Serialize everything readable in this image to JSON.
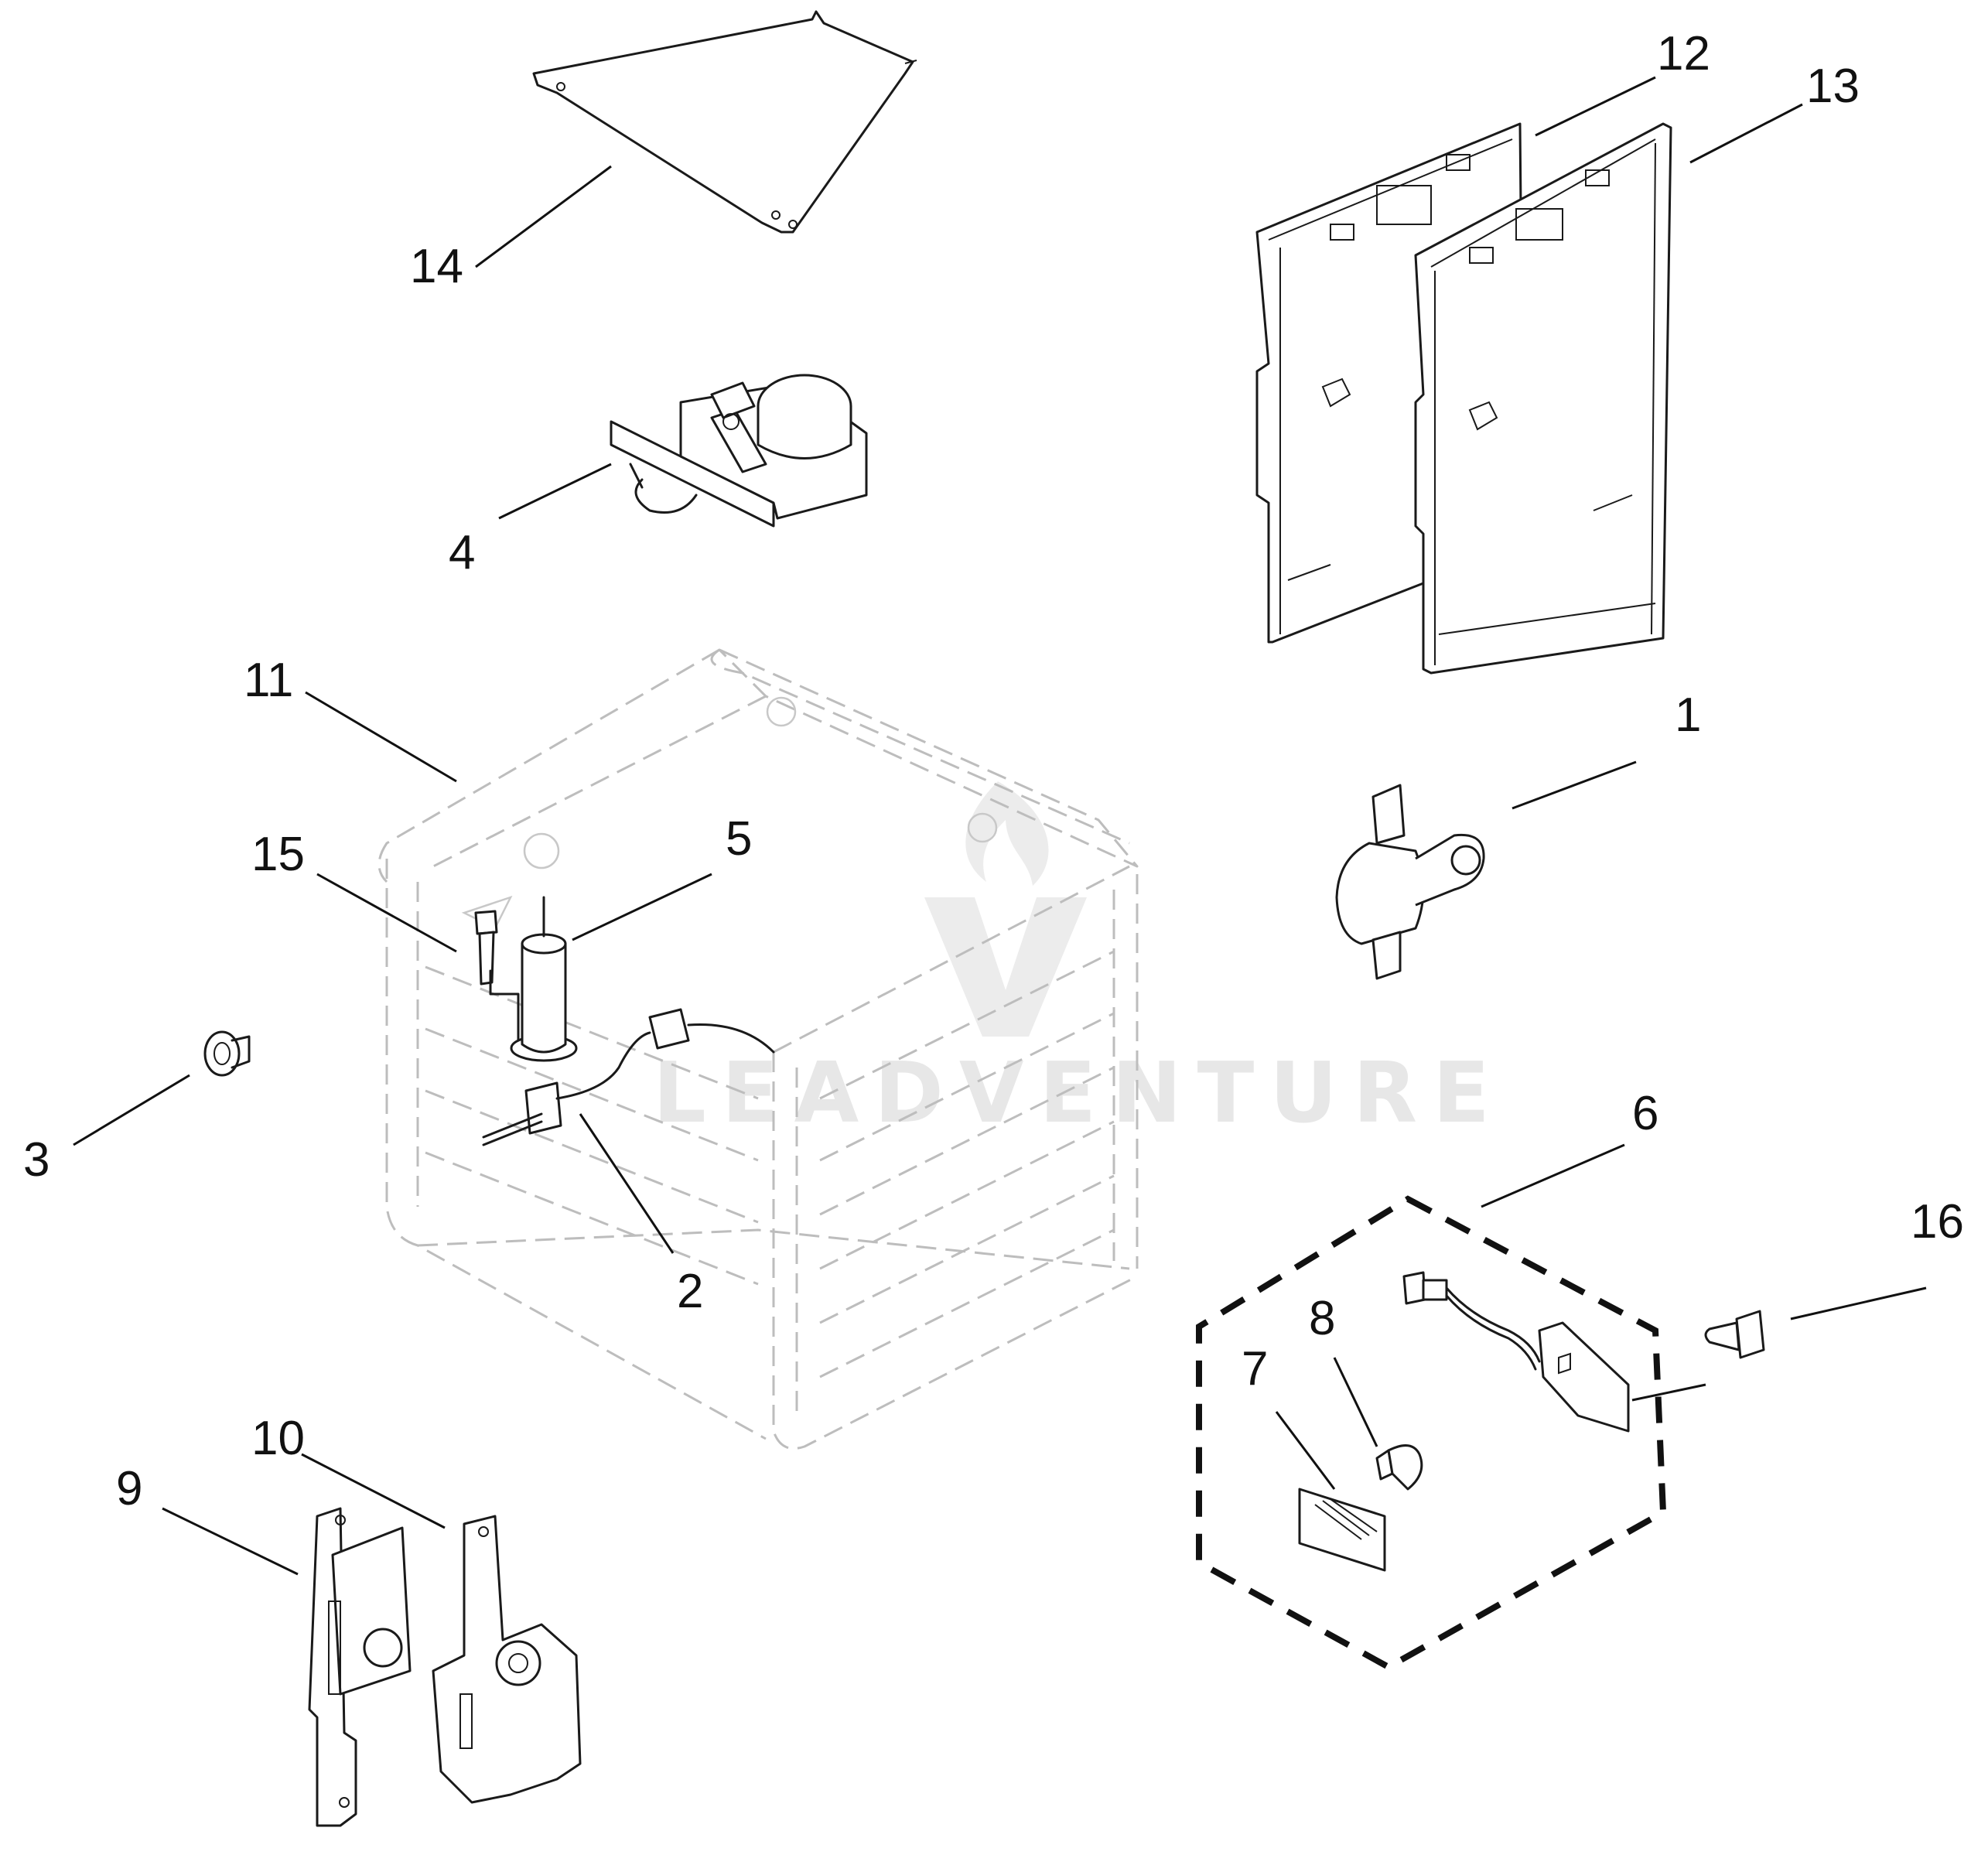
{
  "callouts": [
    {
      "id": "1",
      "text": "1"
    },
    {
      "id": "2",
      "text": "2"
    },
    {
      "id": "3",
      "text": "3"
    },
    {
      "id": "4",
      "text": "4"
    },
    {
      "id": "5",
      "text": "5"
    },
    {
      "id": "6",
      "text": "6"
    },
    {
      "id": "7",
      "text": "7"
    },
    {
      "id": "8",
      "text": "8"
    },
    {
      "id": "9",
      "text": "9"
    },
    {
      "id": "10",
      "text": "10"
    },
    {
      "id": "11",
      "text": "11"
    },
    {
      "id": "12",
      "text": "12"
    },
    {
      "id": "13",
      "text": "13"
    },
    {
      "id": "14",
      "text": "14"
    },
    {
      "id": "15",
      "text": "15"
    },
    {
      "id": "16",
      "text": "16"
    }
  ],
  "watermark": {
    "text": "LEADVENTURE"
  },
  "colors": {
    "line": "#1a1a1a",
    "ghost": "#bdbdbd",
    "watermark": "#e7e7e7"
  }
}
